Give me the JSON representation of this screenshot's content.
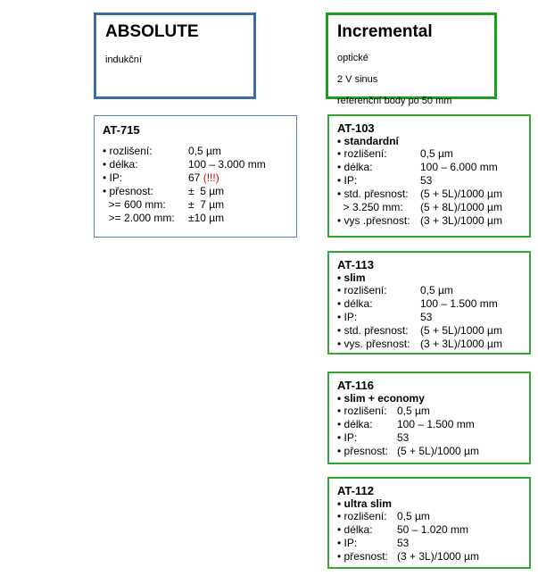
{
  "absolute": {
    "title": "ABSOLUTE",
    "subtitle": "indukční"
  },
  "incremental": {
    "title": "Incremental",
    "lines": [
      "optické",
      "2 V sinus",
      "referenční body po 50 mm"
    ]
  },
  "at715": {
    "title": "AT-715",
    "rows": [
      {
        "k": "• rozlišení:",
        "v": "0,5 µm"
      },
      {
        "k": "• délka:",
        "v": "100 – 3.000 mm"
      },
      {
        "k": "• IP:",
        "v": "67",
        "note": "(!!!)"
      },
      {
        "k": "• přesnost:",
        "v": "±  5 µm"
      },
      {
        "k": "  >= 600 mm:",
        "v": "±  7 µm"
      },
      {
        "k": "  >= 2.000 mm:",
        "v": "±10 µm"
      }
    ]
  },
  "at103": {
    "title": "AT-103",
    "subtitle": "• standardní",
    "rows": [
      {
        "k": "• rozlišení:",
        "v": "0,5 µm"
      },
      {
        "k": "• délka:",
        "v": "100 – 6.000 mm"
      },
      {
        "k": "• IP:",
        "v": "53"
      },
      {
        "k": "• std. přesnost:",
        "v": "(5 + 5L)/1000 µm"
      },
      {
        "k": "  > 3.250 mm:",
        "v": "(5 + 8L)/1000 µm"
      },
      {
        "k": "• vys .přesnost:",
        "v": "(3 + 3L)/1000 µm"
      }
    ]
  },
  "at113": {
    "title": "AT-113",
    "subtitle": "• slim",
    "rows": [
      {
        "k": "• rozlišení:",
        "v": "0,5 µm"
      },
      {
        "k": "• délka:",
        "v": "100 – 1.500 mm"
      },
      {
        "k": "• IP:",
        "v": "53"
      },
      {
        "k": "• std. přesnost:",
        "v": "(5 + 5L)/1000 µm"
      },
      {
        "k": "• vys. přesnost:",
        "v": "(3 + 3L)/1000 µm"
      }
    ]
  },
  "at116": {
    "title": "AT-116",
    "subtitle": "• slim + economy",
    "rows": [
      {
        "k": "• rozlišení:",
        "v": "0,5 µm"
      },
      {
        "k": "• délka:",
        "v": "100 – 1.500 mm"
      },
      {
        "k": "• IP:",
        "v": "53"
      },
      {
        "k": "• přesnost:",
        "v": "(5 + 5L)/1000 µm"
      }
    ]
  },
  "at112": {
    "title": "AT-112",
    "subtitle": "• ultra slim",
    "rows": [
      {
        "k": "• rozlišení:",
        "v": "0,5 µm"
      },
      {
        "k": "• délka:",
        "v": "50 – 1.020 mm"
      },
      {
        "k": "• IP:",
        "v": "53"
      },
      {
        "k": "• přesnost:",
        "v": "(3 + 3L)/1000 µm"
      }
    ]
  }
}
